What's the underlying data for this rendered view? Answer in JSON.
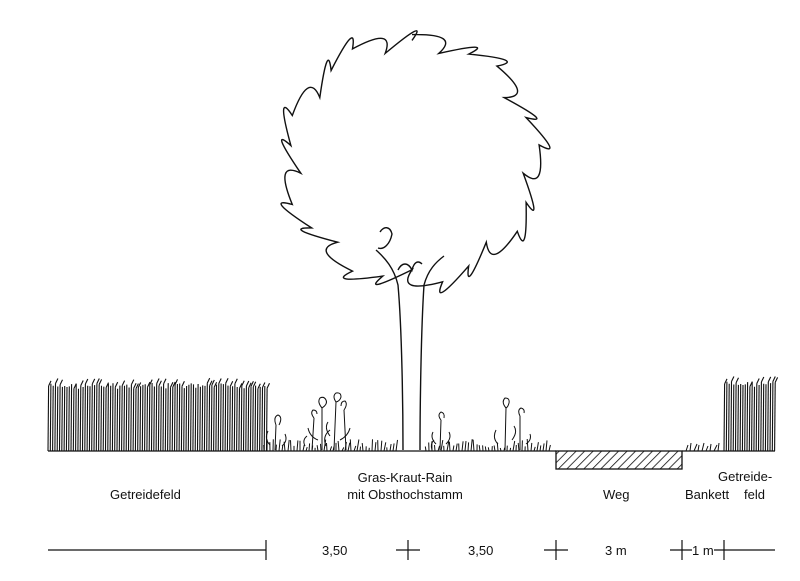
{
  "labels": {
    "field_left": "Getreidefeld",
    "strip_line1": "Gras-Kraut-Rain",
    "strip_line2": "mit Obsthochstamm",
    "path": "Weg",
    "verge": "Bankett",
    "field_right_line1": "Getreide-",
    "field_right_line2": "feld"
  },
  "dimensions": {
    "strip_half_left": "3,50",
    "strip_half_right": "3,50",
    "path_width": "3 m",
    "verge_width": "1 m"
  },
  "colors": {
    "ink": "#111111",
    "background": "#ffffff"
  }
}
